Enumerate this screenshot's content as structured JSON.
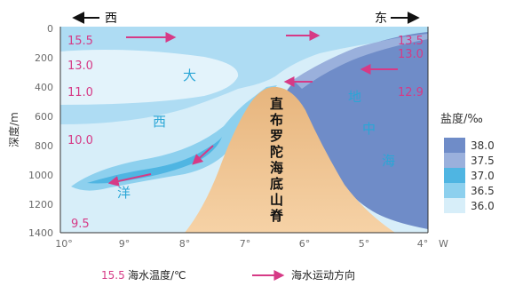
{
  "direction": {
    "west": "西",
    "east": "东"
  },
  "y_axis": {
    "label": "深度/m",
    "ticks": [
      "0",
      "200",
      "400",
      "600",
      "800",
      "1000",
      "1200",
      "1400"
    ]
  },
  "x_axis": {
    "ticks": [
      "10°",
      "9°",
      "8°",
      "7°",
      "6°",
      "5°",
      "4°"
    ],
    "unit": "W"
  },
  "temperatures": {
    "left": [
      "15.5",
      "13.0",
      "11.0",
      "10.0",
      "9.5"
    ],
    "right": [
      "13.5",
      "13.0",
      "12.9"
    ]
  },
  "region_labels": {
    "atlantic": [
      "大",
      "西",
      "洋"
    ],
    "mediterranean": [
      "地",
      "中",
      "海"
    ],
    "ridge": [
      "直",
      "布",
      "罗",
      "陀",
      "海",
      "底",
      "山",
      "脊"
    ]
  },
  "salinity_legend": {
    "title": "盐度/‰",
    "values": [
      "38.0",
      "37.5",
      "37.0",
      "36.5",
      "36.0"
    ],
    "colors": [
      "#6f8cc8",
      "#9ab0dc",
      "#4fb5e2",
      "#8dd0ee",
      "#d7eef9"
    ]
  },
  "legend": {
    "temperature_sample": "15.5",
    "temperature_label": "海水温度/℃",
    "arrow_label": "海水运动方向"
  },
  "colors": {
    "ridge": "#f2c48e",
    "arrow": "#d63a86",
    "text_pink": "#d63a86",
    "text_blue": "#2aa6d6"
  }
}
